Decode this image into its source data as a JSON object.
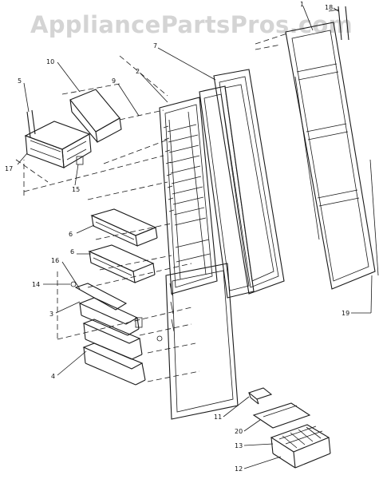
{
  "watermark": "AppliancePartsPros.com",
  "callouts": [
    "1",
    "18",
    "7",
    "2",
    "9",
    "10",
    "5",
    "17",
    "15",
    "6",
    "6",
    "16",
    "14",
    "3",
    "4",
    "11",
    "20",
    "13",
    "12",
    "19"
  ]
}
